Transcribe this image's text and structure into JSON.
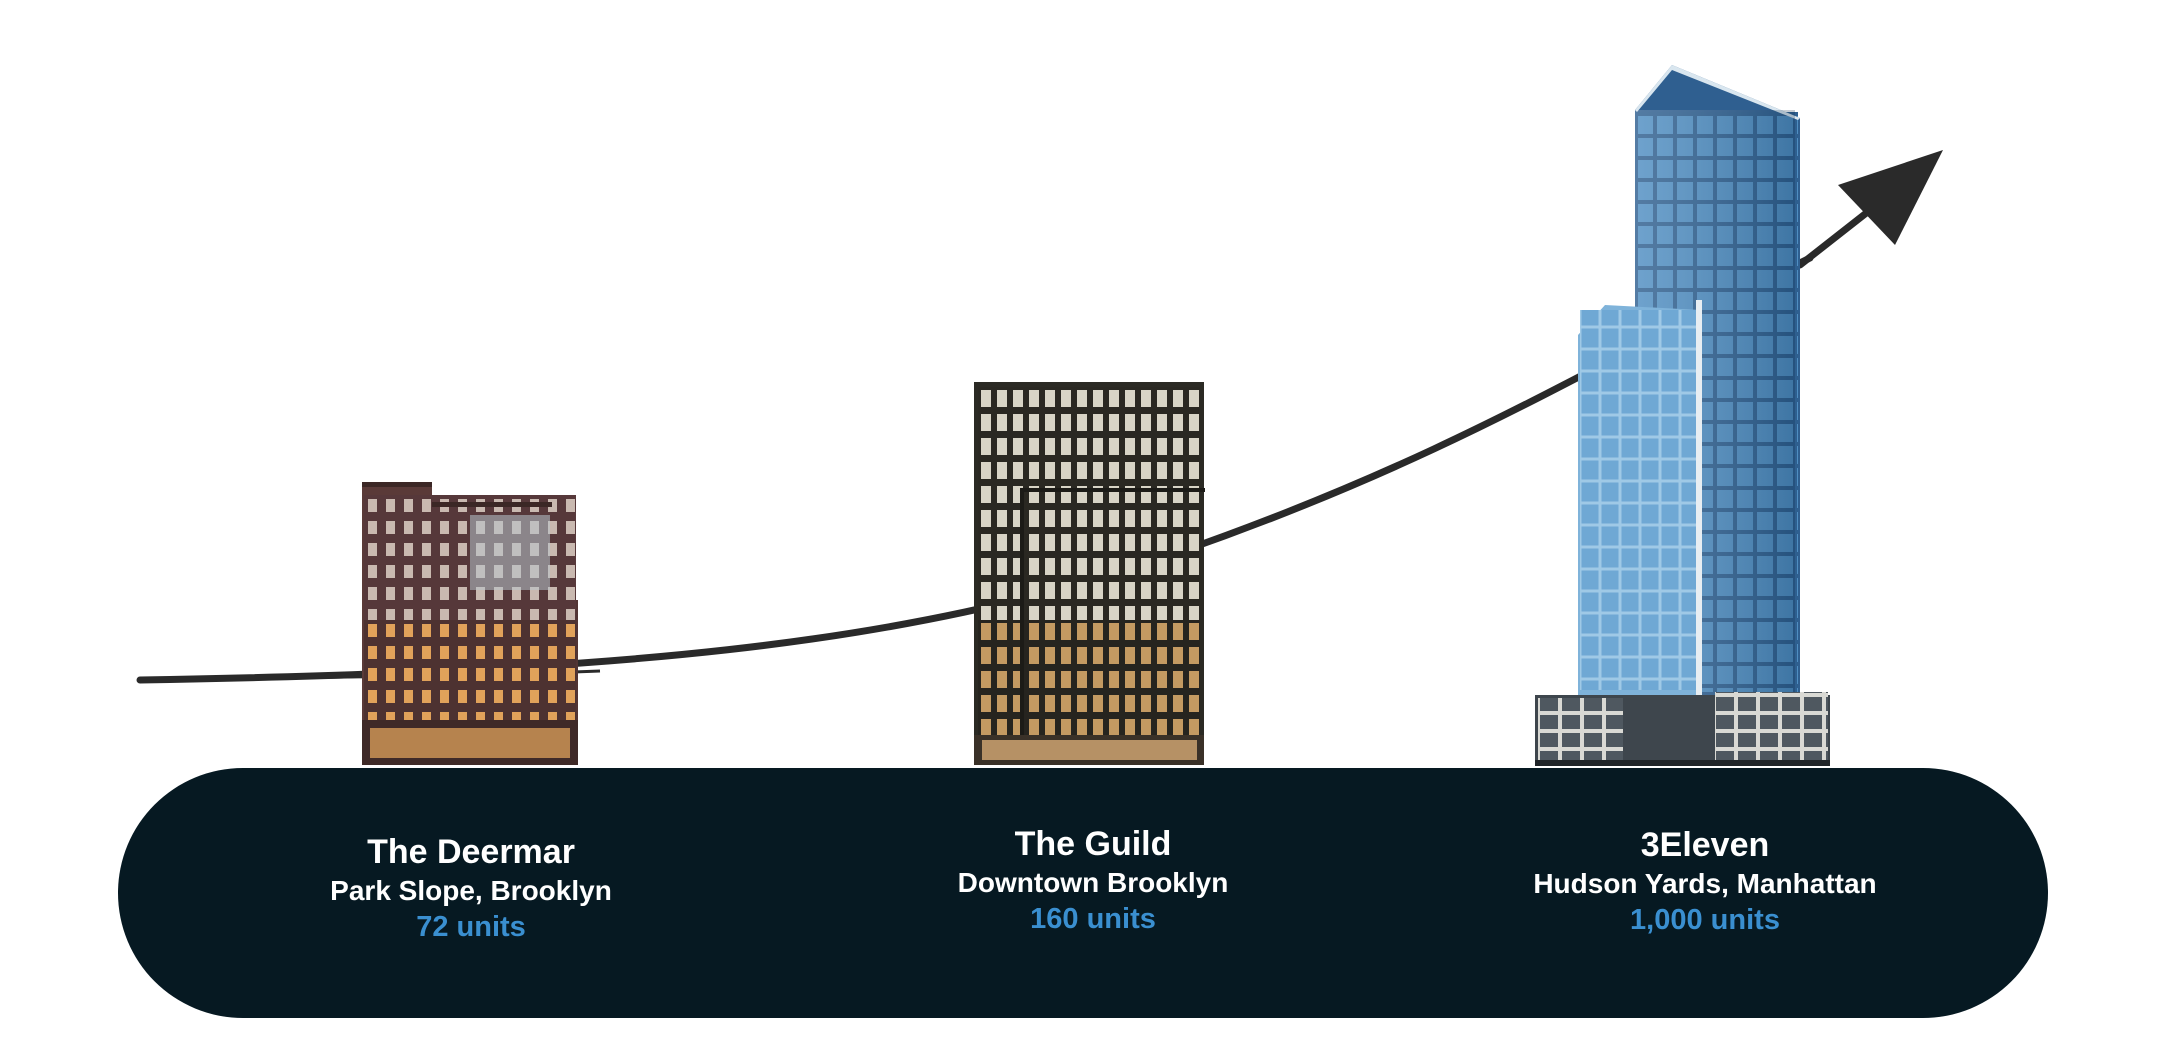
{
  "buildings": [
    {
      "id": "deermar",
      "name": "The Deermar",
      "location": "Park Slope, Brooklyn",
      "units_label": "72 units",
      "units": 72
    },
    {
      "id": "guild",
      "name": "The Guild",
      "location": "Downtown Brooklyn",
      "units_label": "160 units",
      "units": 160
    },
    {
      "id": "3eleven",
      "name": "3Eleven",
      "location": "Hudson Yards, Manhattan",
      "units_label": "1,000 units",
      "units": 1000
    }
  ],
  "icons": {
    "trend": "growth-arrow-icon"
  },
  "colors": {
    "panel": "#061922",
    "text": "#ffffff",
    "accent": "#3a8fd0",
    "arrow": "#2a2a2a",
    "brick": "#5a3a36",
    "dark_building": "#2b2a24",
    "glass": "#5a9ccc"
  }
}
